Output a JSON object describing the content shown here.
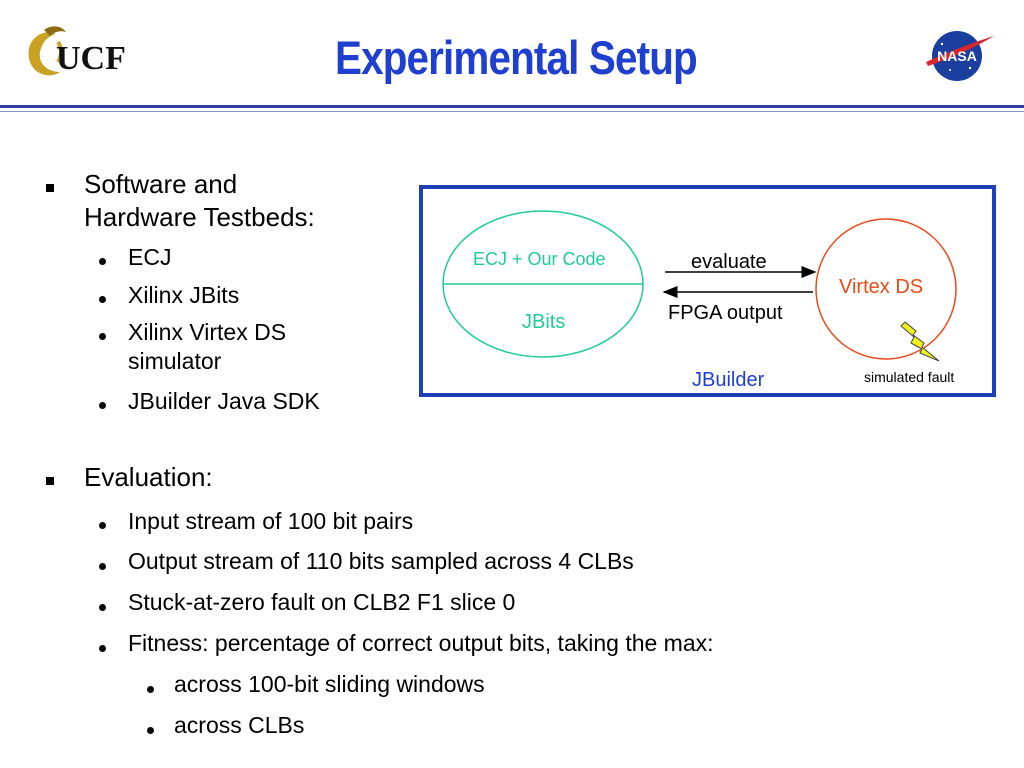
{
  "header": {
    "title": "Experimental Setup",
    "left_logo_text": "UCF",
    "right_logo_text": "NASA"
  },
  "bullets": {
    "section1": {
      "heading_line1": "Software and",
      "heading_line2": "Hardware Testbeds:",
      "items": [
        "ECJ",
        "Xilinx JBits",
        "Xilinx Virtex DS",
        "simulator",
        "JBuilder Java SDK"
      ]
    },
    "section2": {
      "heading": "Evaluation:",
      "items": [
        "Input stream of 100 bit pairs",
        "Output stream of 110 bits sampled across 4 CLBs",
        "Stuck-at-zero fault on CLB2 F1 slice 0",
        "Fitness: percentage of correct output bits, taking the max:"
      ],
      "subitems": [
        "across 100-bit sliding windows",
        "across CLBs"
      ]
    }
  },
  "diagram": {
    "ellipse_top_label": "ECJ + Our Code",
    "ellipse_bottom_label": "JBits",
    "arrow_right_label": "evaluate",
    "arrow_left_label": "FPGA output",
    "circle_label": "Virtex DS",
    "container_label": "JBuilder",
    "fault_label": "simulated fault",
    "colors": {
      "title": "#1f3fd0",
      "frame": "#1f3fb8",
      "ellipse": "#1fcc9a",
      "circle": "#ea4a1a",
      "bolt": "#f2f21a"
    }
  }
}
